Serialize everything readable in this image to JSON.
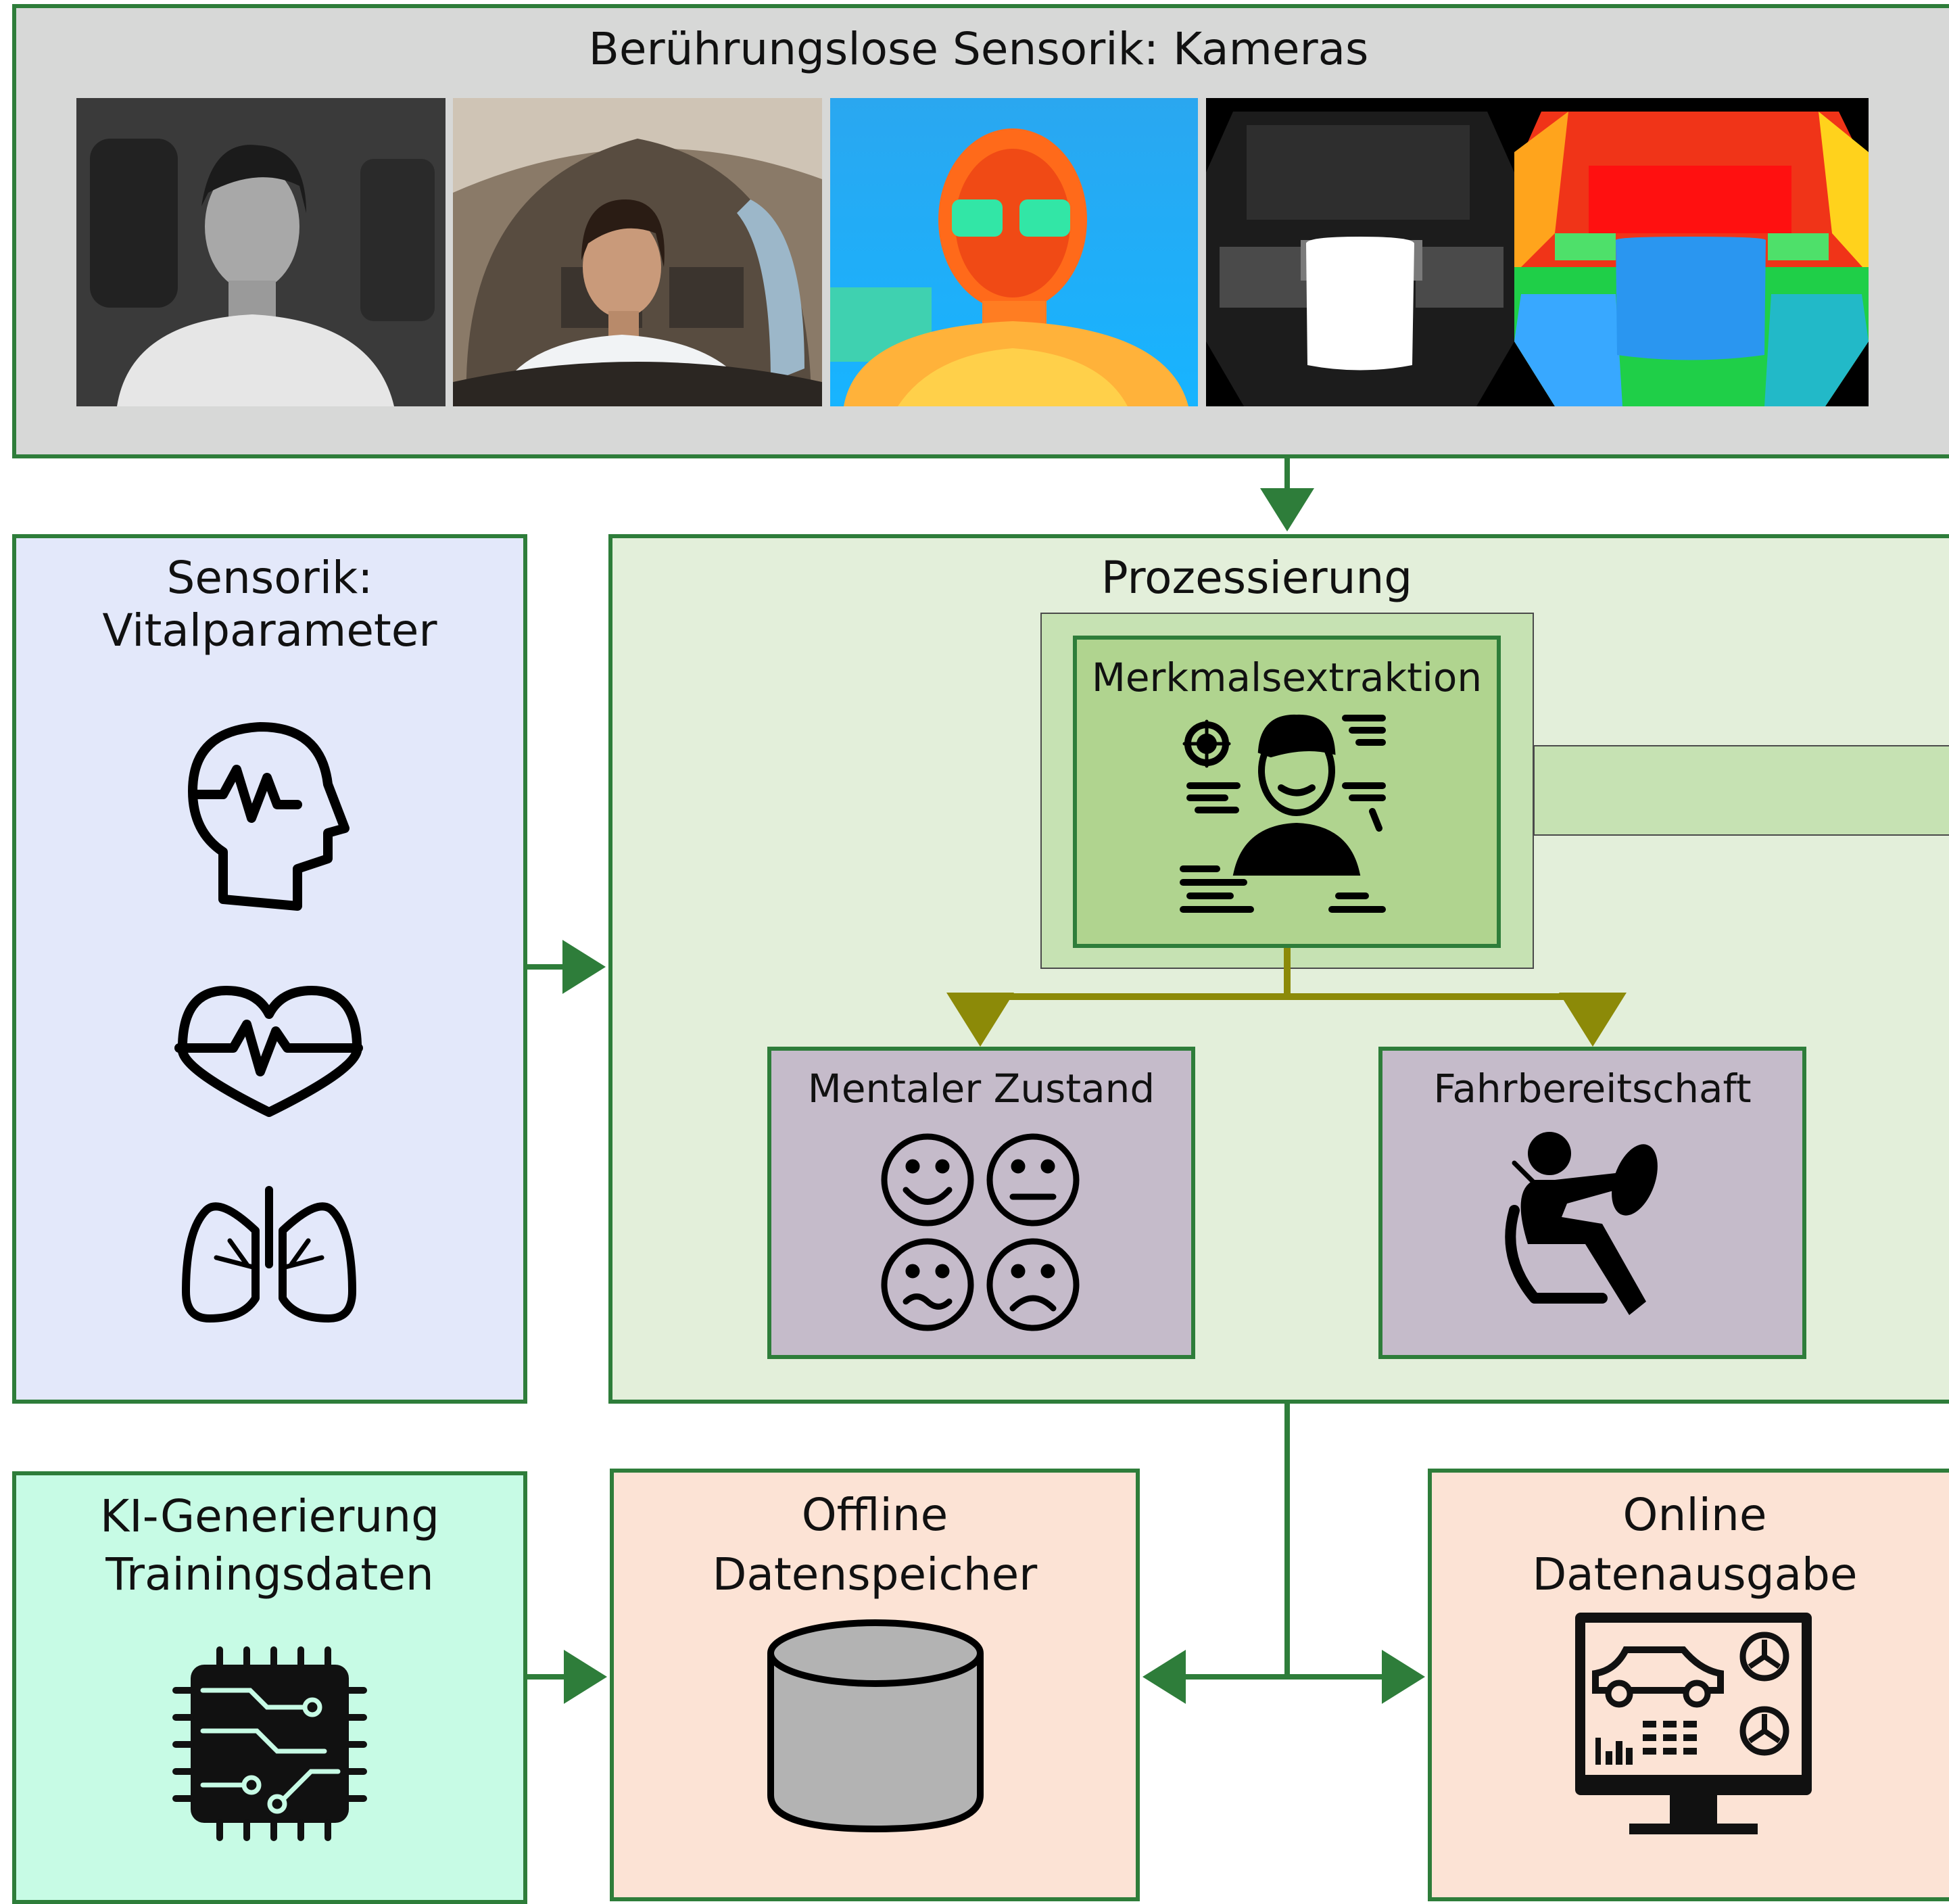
{
  "cameras": {
    "title": "Berührungslose Sensorik: Kameras",
    "images": [
      "grayscale-driver-camera",
      "color-driver-camera",
      "thermal-camera",
      "infrared-cabin-camera",
      "depth-map-camera"
    ]
  },
  "vital_sensors": {
    "title_line1": "Sensorik:",
    "title_line2": "Vitalparameter",
    "icons": [
      "brain-pulse-icon",
      "heart-pulse-icon",
      "lungs-icon"
    ]
  },
  "processing": {
    "title": "Prozessierung",
    "feature_extraction": {
      "label": "Merkmalsextraktion",
      "icon": "face-analysis-icon"
    },
    "mental_state": {
      "label": "Mentaler Zustand",
      "icon": "emotion-faces-icon"
    },
    "driving_readiness": {
      "label": "Fahrbereitschaft",
      "icon": "seated-driver-icon"
    }
  },
  "ai_training": {
    "title_line1": "KI-Generierung",
    "title_line2": "Trainingsdaten",
    "icon": "ai-chip-icon"
  },
  "offline_storage": {
    "title_line1": "Offline",
    "title_line2": "Datenspeicher",
    "icon": "database-cylinder-icon"
  },
  "online_output": {
    "title_line1": "Online",
    "title_line2": "Datenausgabe",
    "icon": "car-dashboard-monitor-icon"
  },
  "colors": {
    "border": "#2e7d3a",
    "camera_bg": "#d7d8d7",
    "vital_bg": "#e3e8fa",
    "processing_bg": "#e3efda",
    "feature_bg": "#b0d48f",
    "state_bg": "#c5bbca",
    "ai_bg": "#c7fbe5",
    "storage_bg": "#fce3d5",
    "olive_arrow": "#8c8a08"
  }
}
